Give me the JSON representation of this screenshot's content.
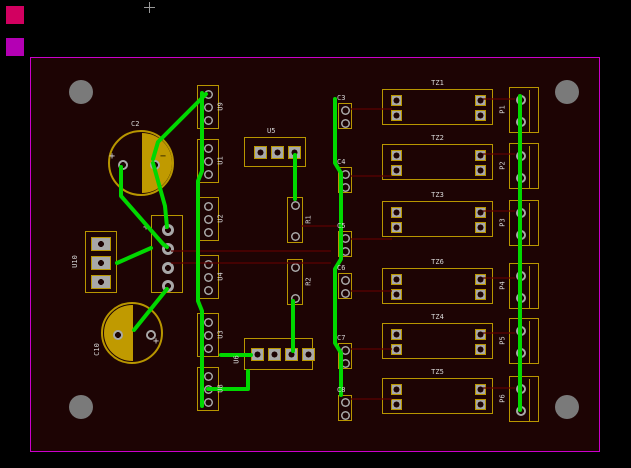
{
  "colors": {
    "canvas_bg": "#000000",
    "board_fill": "#1d0404",
    "board_outline": "#cc00cc",
    "silk": "#b89600",
    "silk_fill": "#c09a00",
    "pad": "#a8a8a8",
    "hole": "#7a7a7a",
    "text": "#d8d8d8",
    "trace_green": "#00d800",
    "trace_red": "#5c0000",
    "marker1": "#d20060",
    "marker2": "#b400b4"
  },
  "components": {
    "c2": {
      "ref": "C2",
      "plus": "+",
      "minus": "−"
    },
    "c10": {
      "ref": "C10",
      "plus": "+"
    },
    "connector": {
      "plus": "+"
    },
    "u10": {
      "ref": "U10"
    },
    "u5": {
      "ref": "U5"
    },
    "u6": {
      "ref": "U6"
    },
    "ics": [
      {
        "ref": "U9"
      },
      {
        "ref": "U1"
      },
      {
        "ref": "U2"
      },
      {
        "ref": "U4"
      },
      {
        "ref": "U3"
      },
      {
        "ref": "U8"
      }
    ],
    "resistors": [
      {
        "ref": "R1"
      },
      {
        "ref": "R2"
      }
    ],
    "caps": [
      {
        "ref": "C3"
      },
      {
        "ref": "C4"
      },
      {
        "ref": "C5"
      },
      {
        "ref": "C6"
      },
      {
        "ref": "C7"
      },
      {
        "ref": "C8"
      }
    ],
    "relays": [
      {
        "ref": "TZ1"
      },
      {
        "ref": "TZ2"
      },
      {
        "ref": "TZ3"
      },
      {
        "ref": "TZ6"
      },
      {
        "ref": "TZ4"
      },
      {
        "ref": "TZ5"
      }
    ],
    "pterms": [
      {
        "ref": "P1"
      },
      {
        "ref": "P2"
      },
      {
        "ref": "P3"
      },
      {
        "ref": "P4"
      },
      {
        "ref": "P5"
      },
      {
        "ref": "P6"
      }
    ]
  }
}
